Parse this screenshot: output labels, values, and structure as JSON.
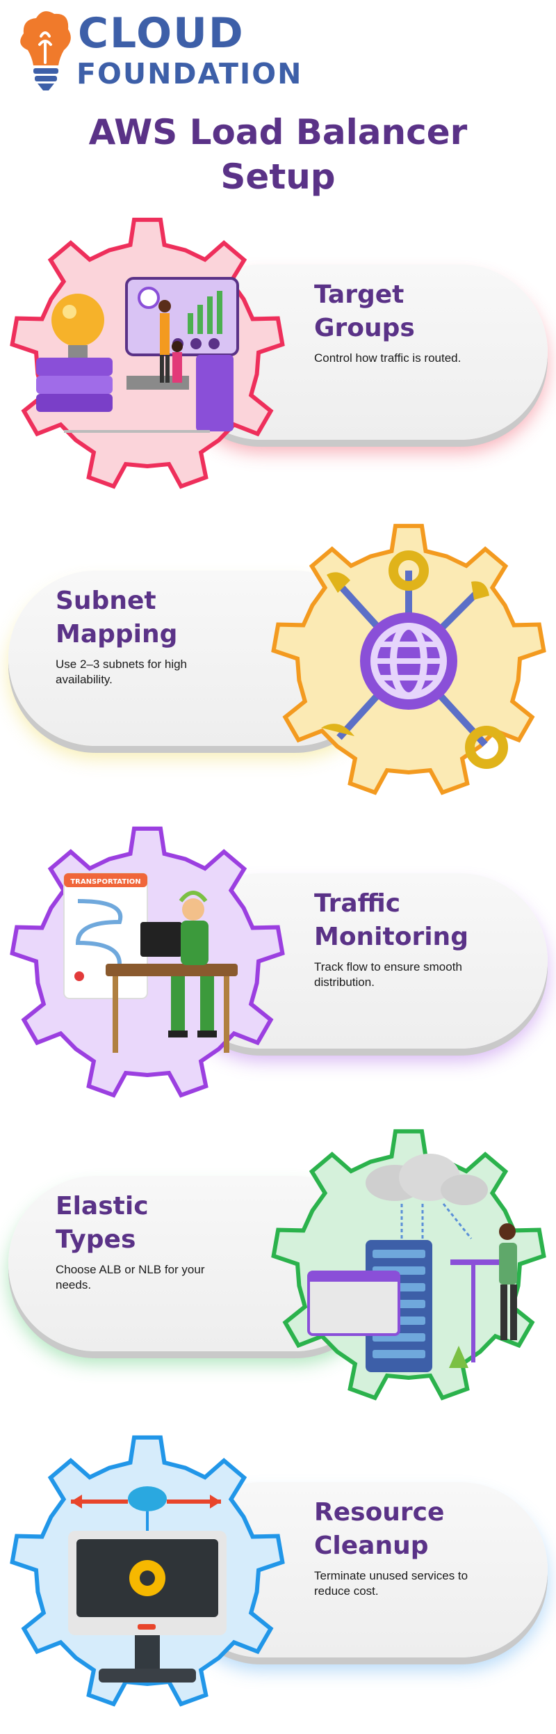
{
  "brand": {
    "line1": "CLOUD",
    "line2": "FOUNDATION"
  },
  "title": "AWS Load Balancer\nSetup",
  "sections": [
    {
      "title": "Target Groups",
      "description": "Control how traffic is routed.",
      "gear_color": "#ee2f5b",
      "gear_fill": "#fbd4da",
      "illustration": "dashboard-people-bulb-icon"
    },
    {
      "title": "Subnet Mapping",
      "description": "Use 2–3 subnets for high availability.",
      "gear_color": "#f39a1f",
      "gear_fill": "#fbeab4",
      "illustration": "network-globe-icon"
    },
    {
      "title": "Traffic Monitoring",
      "description": "Track flow to ensure smooth distribution.",
      "gear_color": "#9b3fe0",
      "gear_fill": "#ead8fb",
      "illustration": "transportation-operator-icon",
      "sign": "TRANSPORTATION"
    },
    {
      "title": "Elastic Types",
      "description": "Choose ALB or NLB for your needs.",
      "gear_color": "#2bb24c",
      "gear_fill": "#d5f1db",
      "illustration": "cloud-server-icon"
    },
    {
      "title": "Resource Cleanup",
      "description": "Terminate unused services to reduce cost.",
      "gear_color": "#2196e8",
      "gear_fill": "#d6ecfb",
      "illustration": "cloud-monitor-gear-icon"
    }
  ]
}
